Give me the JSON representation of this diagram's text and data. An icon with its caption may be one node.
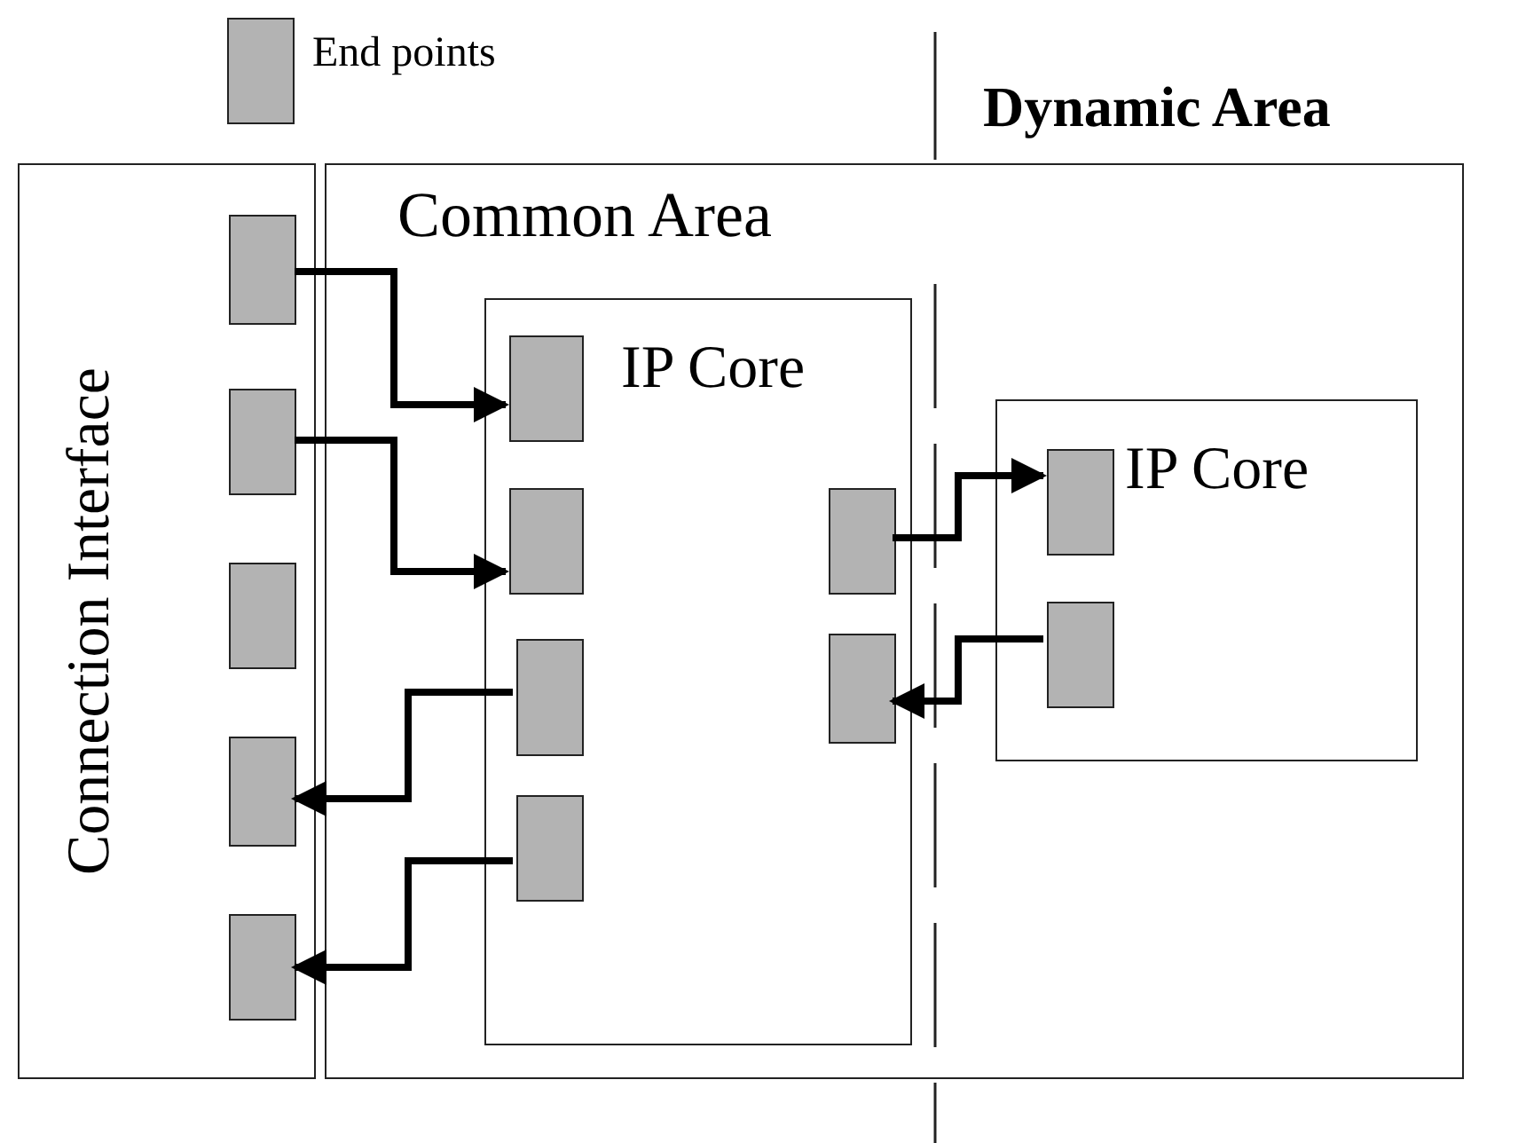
{
  "diagram": {
    "nodes": [
      {
        "text": [
          "Connection Interface"
        ]
      },
      {
        "text": [
          "Common Area"
        ]
      },
      {
        "text": [
          "IP Core"
        ],
        "in": 1
      },
      {
        "text": [
          "IP Core"
        ],
        "in": 1
      },
      {
        "text": [],
        "shape": "box",
        "in": 0
      },
      {
        "text": [],
        "shape": "box",
        "in": 0
      },
      {
        "text": [],
        "shape": "box",
        "in": 0
      },
      {
        "text": [],
        "shape": "box",
        "in": 0
      },
      {
        "text": [],
        "shape": "box",
        "in": 0
      },
      {
        "text": [],
        "shape": "box",
        "in": 2
      },
      {
        "text": [],
        "shape": "box",
        "in": 2
      },
      {
        "text": [],
        "shape": "box",
        "in": 2
      },
      {
        "text": [],
        "shape": "box",
        "in": 2
      },
      {
        "text": [],
        "shape": "box",
        "in": 2
      },
      {
        "text": [],
        "shape": "box",
        "in": 2
      },
      {
        "text": [],
        "shape": "box",
        "in": 3
      },
      {
        "text": [],
        "shape": "box",
        "in": 3
      }
    ],
    "edges": [
      {
        "from": 4,
        "to": 9,
        "arrow": "to"
      },
      {
        "from": 5,
        "to": 10,
        "arrow": "to"
      },
      {
        "from": 11,
        "to": 7,
        "arrow": "to"
      },
      {
        "from": 12,
        "to": 8,
        "arrow": "to"
      },
      {
        "from": 13,
        "to": 15,
        "arrow": "to"
      },
      {
        "from": 16,
        "to": 14,
        "arrow": "to"
      }
    ],
    "labels": [
      "Dynamic Area"
    ],
    "legend": [
      {
        "text": "End points",
        "color": "#b3b3b3"
      }
    ]
  }
}
